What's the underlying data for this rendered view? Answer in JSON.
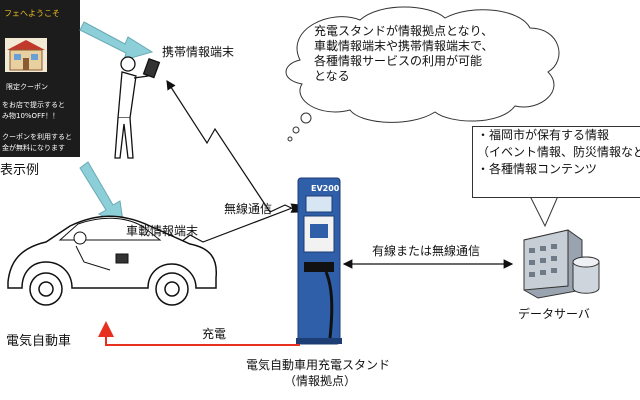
{
  "phone_screen": {
    "header": "フェへようこそ",
    "coupon_title": "限定クーポン",
    "coupon_lines": [
      "をお店で提示すると",
      "み物10%OFF！！",
      "クーポンを利用すると",
      "金が無料になります"
    ]
  },
  "labels": {
    "display_example": "表示例",
    "mobile_terminal": "携帯情報端末",
    "vehicle_terminal": "車載情報端末",
    "wireless": "無線通信",
    "wired_or_wireless": "有線または無線通信",
    "charging": "充電",
    "ev": "電気自動車",
    "data_server": "データサーバ",
    "station_line1": "電気自動車用充電スタンド",
    "station_line2": "（情報拠点）"
  },
  "cloud": {
    "lines": [
      "充電スタンドが情報拠点となり、",
      "車載情報端末や携帯情報端末で、",
      "各種情報サービスの利用が可能",
      "となる"
    ]
  },
  "info_box": {
    "lines": [
      "・福岡市が保有する情報",
      "（イベント情報、防災情報など",
      "・各種情報コンテンツ"
    ]
  },
  "charger_brand": "EV200",
  "colors": {
    "arrow_teal": "#8ccfd8",
    "charge_arrow": "#e83020",
    "charger_blue": "#2f5fa8"
  }
}
